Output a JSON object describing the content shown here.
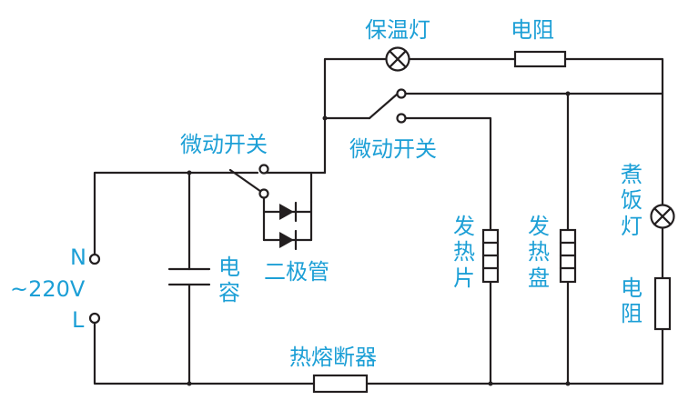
{
  "colors": {
    "wire": "#231f20",
    "label": "#1c9fd6",
    "background": "#ffffff"
  },
  "labels": {
    "keep_warm_lamp": "保温灯",
    "resistor_top": "电阻",
    "micro_switch_left": "微动开关",
    "micro_switch_right": "微动开关",
    "terminal_n": "N",
    "supply_voltage": "~220V",
    "terminal_l": "L",
    "capacitor": "电容",
    "diodes": "二极管",
    "heating_plate_a": "发热片",
    "heating_plate_b": "发热盘",
    "cooking_lamp": "煮饭灯",
    "resistor_right": "电阻",
    "thermal_fuse": "热熔断器"
  }
}
